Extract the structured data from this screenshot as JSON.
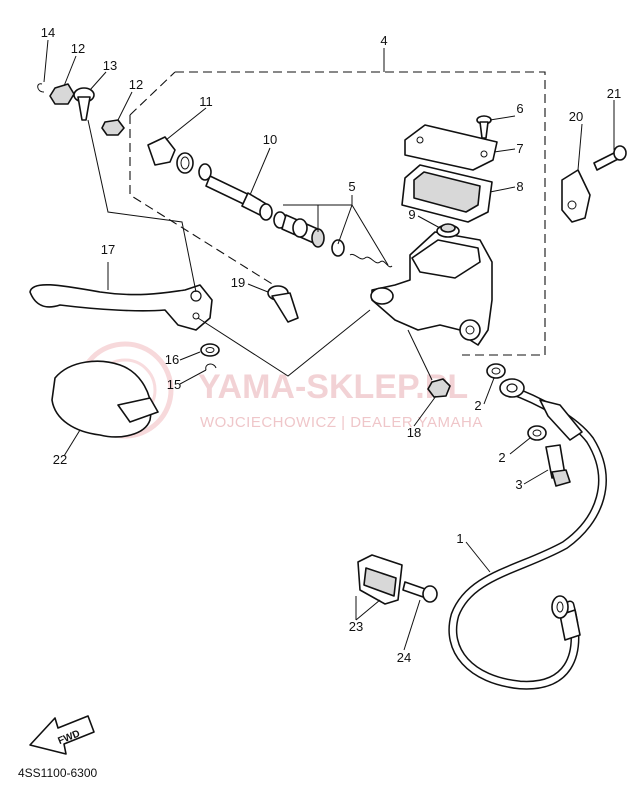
{
  "diagram": {
    "code": "4SS1100-6300",
    "fwd_label": "FWD",
    "watermark": {
      "main": "YAMA-SKLEP.PL",
      "sub": "WOJCIECHOWICZ | DEALER YAMAHA"
    },
    "callouts": [
      {
        "n": "1"
      },
      {
        "n": "2"
      },
      {
        "n": "2"
      },
      {
        "n": "3"
      },
      {
        "n": "4"
      },
      {
        "n": "5"
      },
      {
        "n": "6"
      },
      {
        "n": "7"
      },
      {
        "n": "8"
      },
      {
        "n": "9"
      },
      {
        "n": "10"
      },
      {
        "n": "11"
      },
      {
        "n": "12"
      },
      {
        "n": "12"
      },
      {
        "n": "13"
      },
      {
        "n": "14"
      },
      {
        "n": "15"
      },
      {
        "n": "16"
      },
      {
        "n": "17"
      },
      {
        "n": "18"
      },
      {
        "n": "19"
      },
      {
        "n": "20"
      },
      {
        "n": "21"
      },
      {
        "n": "22"
      },
      {
        "n": "23"
      },
      {
        "n": "24"
      }
    ]
  }
}
